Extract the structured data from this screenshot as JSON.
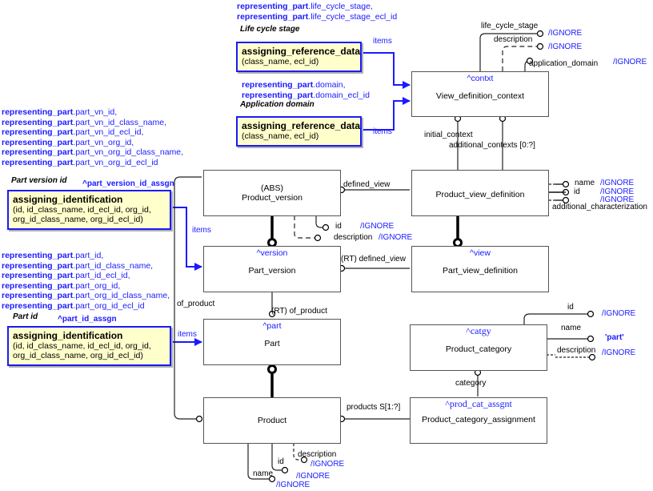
{
  "diagram": {
    "entities": {
      "view_definition_context": {
        "alias": "^contxt",
        "name": "View_definition_context"
      },
      "product_version": {
        "abs": "(ABS)",
        "name": "Product_version"
      },
      "product_view_definition": {
        "name": "Product_view_definition"
      },
      "part_version": {
        "alias": "^version",
        "name": "Part_version"
      },
      "part_view_definition": {
        "alias": "^view",
        "name": "Part_view_definition"
      },
      "part": {
        "alias": "^part",
        "name": "Part"
      },
      "product_category": {
        "alias": "^catgy",
        "name": "Product_category"
      },
      "product": {
        "name": "Product"
      },
      "product_category_assignment": {
        "alias": "^prod_cat_assgnt",
        "name": "Product_category_assignment"
      }
    },
    "templates": {
      "life_cycle": {
        "mapping": [
          {
            "bold": "representing_part",
            "rest": ".life_cycle_stage,"
          },
          {
            "bold": "representing_part",
            "rest": ".life_cycle_stage_ecl_id"
          }
        ],
        "caption": "Life cycle stage",
        "name": "assigning_reference_data",
        "params": "(class_name, ecl_id)",
        "link_label": "items"
      },
      "app_domain": {
        "mapping": [
          {
            "bold": "representing_part",
            "rest": ".domain,"
          },
          {
            "bold": "representing_part",
            "rest": ".domain_ecl_id"
          }
        ],
        "caption": "Application domain",
        "name": "assigning_reference_data",
        "params": "(class_name, ecl_id)",
        "link_label": "items"
      },
      "part_version_id": {
        "mapping": [
          {
            "bold": "representing_part",
            "rest": ".part_vn_id,"
          },
          {
            "bold": "representing_part",
            "rest": ".part_vn_id_class_name,"
          },
          {
            "bold": "representing_part",
            "rest": ".part_vn_id_ecl_id,"
          },
          {
            "bold": "representing_part",
            "rest": ".part_vn_org_id,"
          },
          {
            "bold": "representing_part",
            "rest": ".part_vn_org_id_class_name,"
          },
          {
            "bold": "representing_part",
            "rest": ".part_vn_org_id_ecl_id"
          }
        ],
        "caption": "Part version id",
        "alias": "^part_version_id_assgn",
        "name": "assigning_identification",
        "params_line1": "(id, id_class_name, id_ecl_id, org_id,",
        "params_line2": "org_id_class_name, org_id_ecl_id)",
        "link_label": "items"
      },
      "part_id": {
        "mapping": [
          {
            "bold": "representing_part",
            "rest": ".part_id,"
          },
          {
            "bold": "representing_part",
            "rest": ".part_id_class_name,"
          },
          {
            "bold": "representing_part",
            "rest": ".part_id_ecl_id,"
          },
          {
            "bold": "representing_part",
            "rest": ".part_org_id,"
          },
          {
            "bold": "representing_part",
            "rest": ".part_org_id_class_name,"
          },
          {
            "bold": "representing_part",
            "rest": ".part_org_id_ecl_id"
          }
        ],
        "caption": "Part id",
        "alias": "^part_id_assgn",
        "name": "assigning_identification",
        "params_line1": "(id, id_class_name, id_ecl_id, org_id,",
        "params_line2": "org_id_class_name, org_id_ecl_id)",
        "link_label": "items"
      }
    },
    "labels": {
      "life_cycle_stage": "life_cycle_stage",
      "vdc_description": "description",
      "application_domain": "application_domain",
      "ignore": "/IGNORE",
      "initial_context": "initial_context",
      "additional_contexts": "additional_contexts [0:?]",
      "defined_view": "defined_view",
      "rt_defined_view": "(RT) defined_view",
      "pvd_name": "name",
      "pvd_id": "id",
      "additional_characterization": "additional_characterization",
      "pv_id": "id",
      "pv_description": "description",
      "of_product": "of_product",
      "rt_of_product": "(RT) of_product",
      "pc_id": "id",
      "pc_name": "name",
      "pc_name_value": "'part'",
      "pc_description": "description",
      "category": "category",
      "products": "products S[1:?]",
      "p_description": "description",
      "p_id": "id",
      "p_name": "name"
    }
  }
}
